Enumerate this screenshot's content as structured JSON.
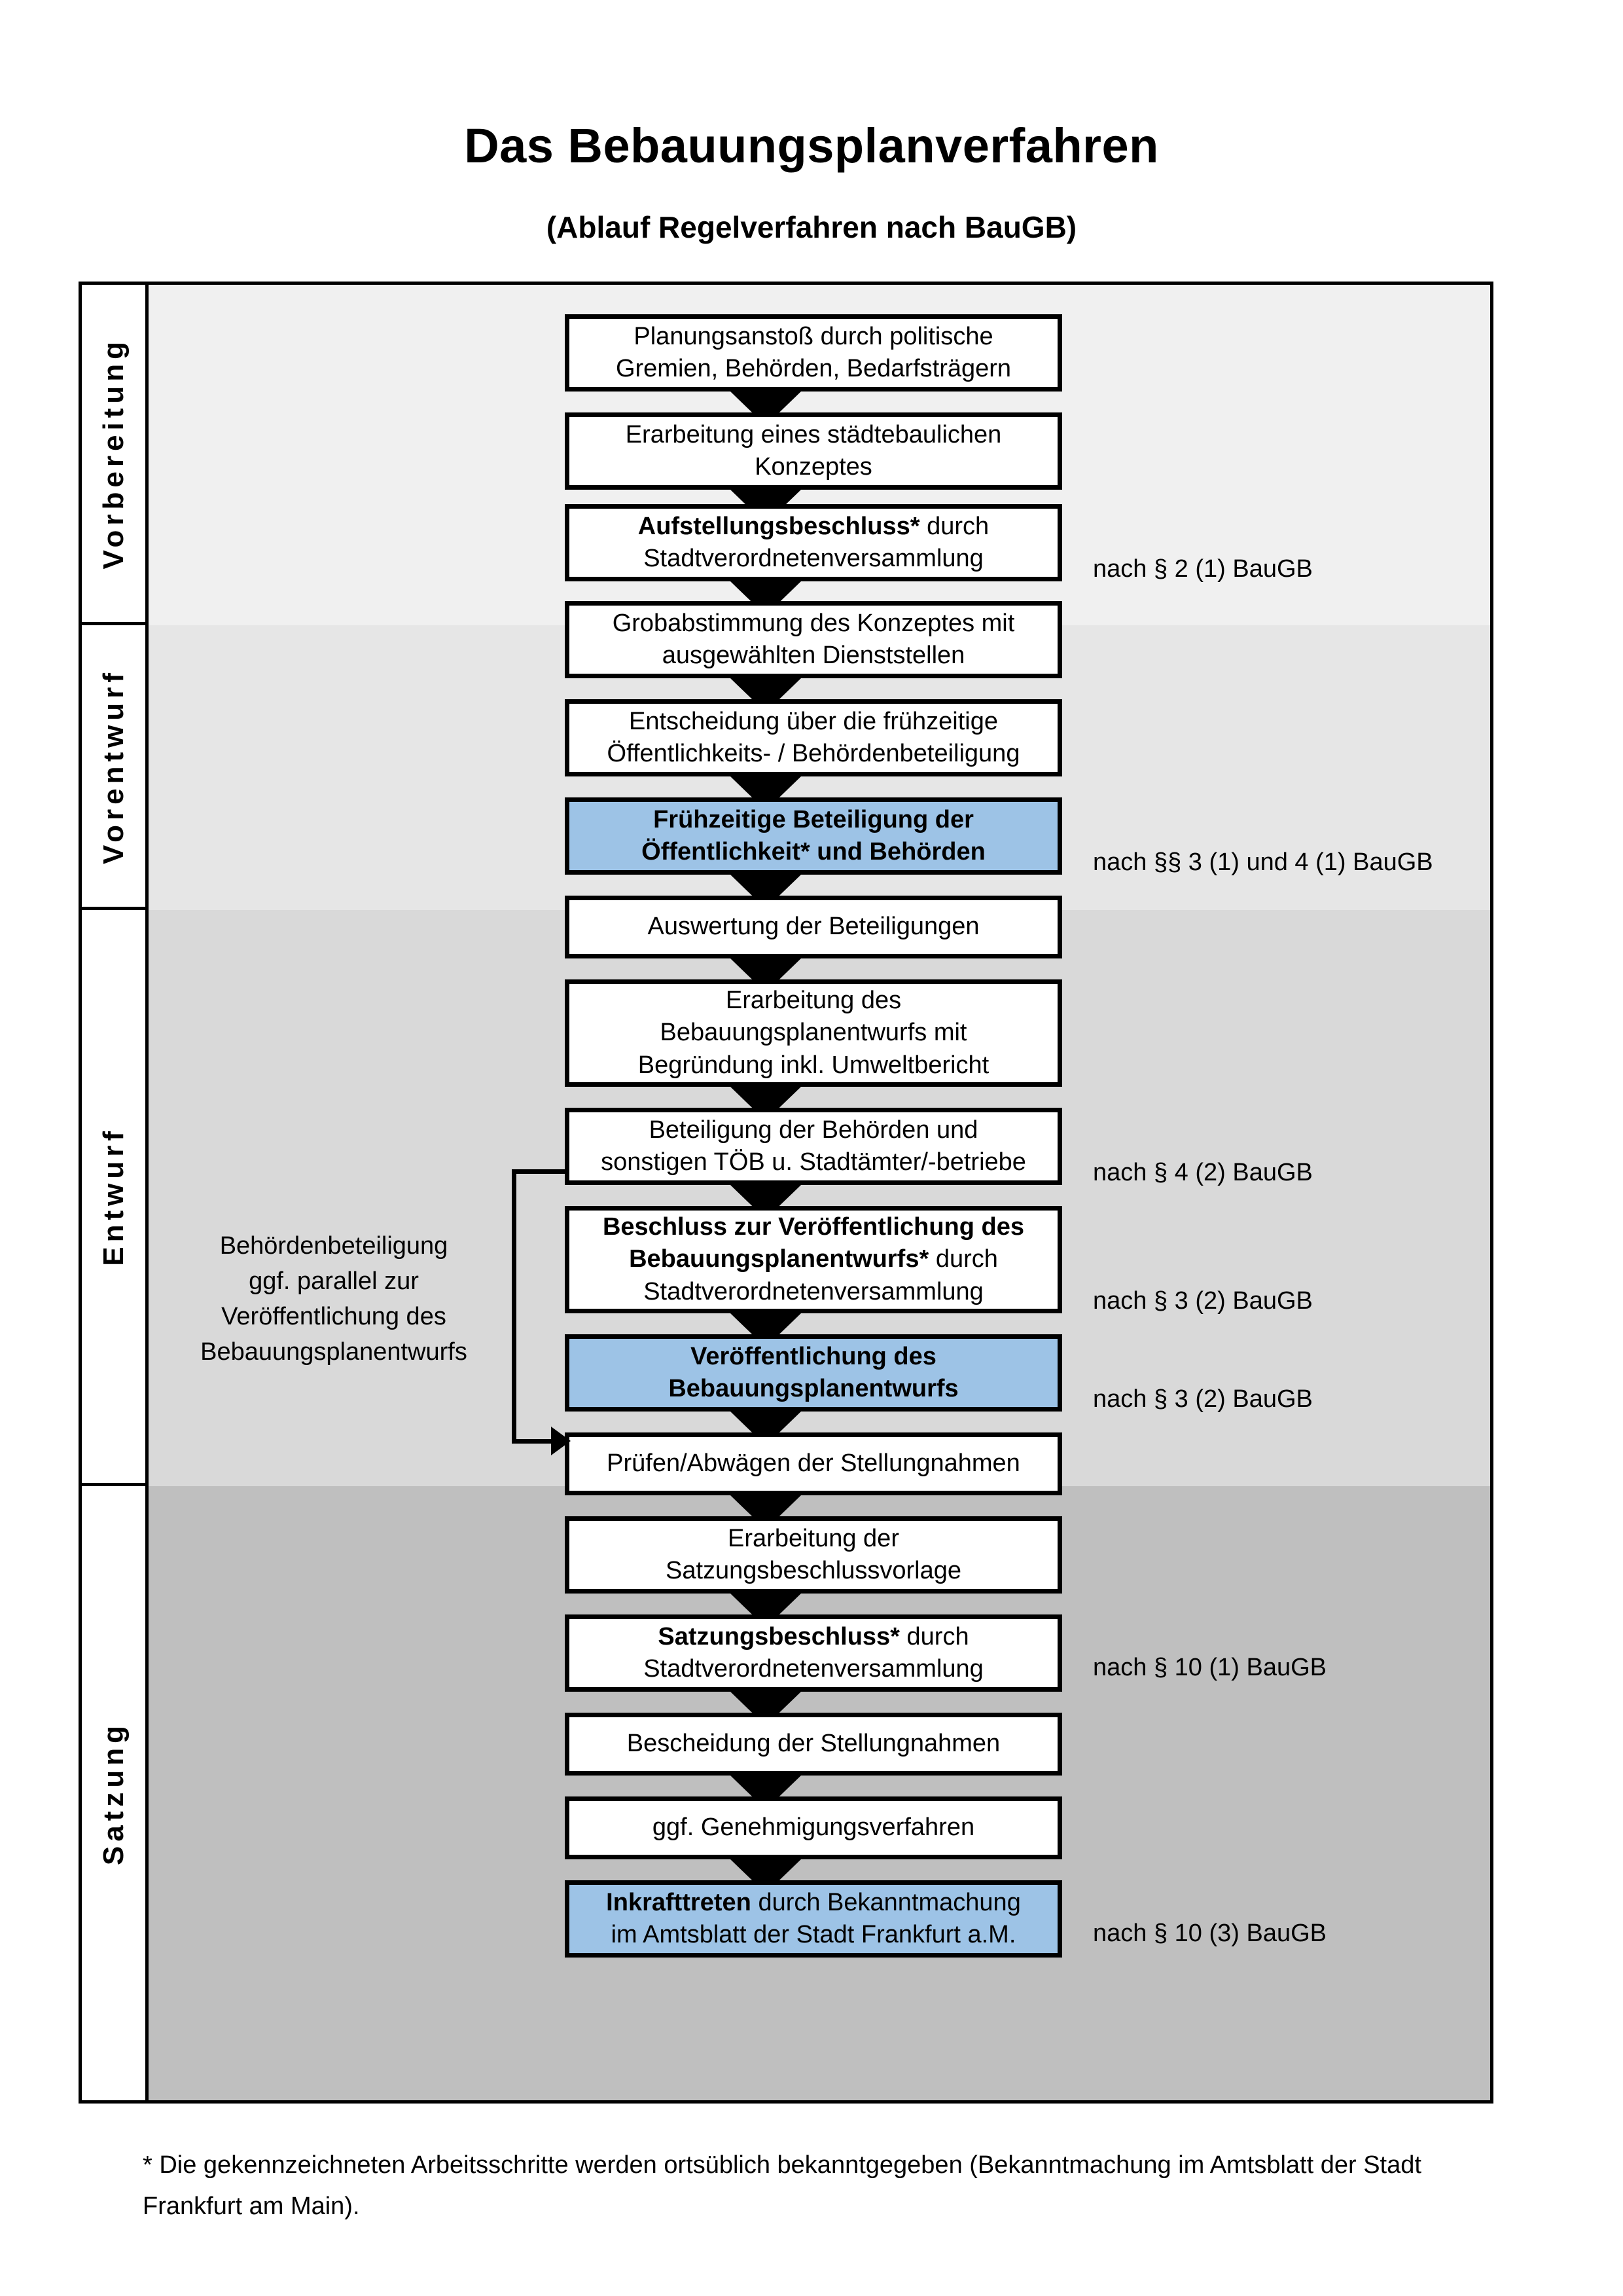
{
  "header": {
    "title": "Das Bebauungsplanverfahren",
    "subtitle": "(Ablauf Regelverfahren nach BauGB)"
  },
  "colors": {
    "highlight": "#9DC3E6",
    "band_vorbereitung": "#F0F0F0",
    "band_vorentwurf": "#E6E6E6",
    "band_entwurf": "#D9D9D9",
    "band_satzung": "#BFBFBF",
    "outline": "#000000"
  },
  "phases": [
    {
      "label": "Vorbereitung"
    },
    {
      "label": "Vorentwurf"
    },
    {
      "label": "Entwurf"
    },
    {
      "label": "Satzung"
    }
  ],
  "steps": [
    {
      "id": "planungsanstoss",
      "phase": "Vorbereitung",
      "highlight": false,
      "lines": [
        {
          "text": "Planungsanstoß durch politische",
          "bold": false
        },
        {
          "text": "Gremien, Behörden, Bedarfsträgern",
          "bold": false
        }
      ]
    },
    {
      "id": "erarbeitung-konzept",
      "phase": "Vorbereitung",
      "highlight": false,
      "lines": [
        {
          "text": "Erarbeitung eines städtebaulichen",
          "bold": false
        },
        {
          "text": "Konzeptes",
          "bold": false
        }
      ]
    },
    {
      "id": "aufstellungsbeschluss",
      "phase": "Vorbereitung",
      "highlight": false,
      "lines": [
        {
          "text": "Aufstellungsbeschluss*",
          "bold": true,
          "suffix": " durch"
        },
        {
          "text": "Stadtverordnetenversammlung",
          "bold": false
        }
      ]
    },
    {
      "id": "grobabstimmung",
      "phase": "Vorentwurf",
      "highlight": false,
      "lines": [
        {
          "text": "Grobabstimmung des Konzeptes mit",
          "bold": false
        },
        {
          "text": "ausgewählten Dienststellen",
          "bold": false
        }
      ]
    },
    {
      "id": "entscheidung-fruehzeitig",
      "phase": "Vorentwurf",
      "highlight": false,
      "lines": [
        {
          "text": "Entscheidung über die frühzeitige",
          "bold": false
        },
        {
          "text": "Öffentlichkeits- / Behördenbeteiligung",
          "bold": false
        }
      ]
    },
    {
      "id": "fruehzeitige-beteiligung",
      "phase": "Vorentwurf",
      "highlight": true,
      "lines": [
        {
          "text": "Frühzeitige Beteiligung der",
          "bold": true
        },
        {
          "text": "Öffentlichkeit* und Behörden",
          "bold": true
        }
      ]
    },
    {
      "id": "auswertung",
      "phase": "Entwurf",
      "highlight": false,
      "lines": [
        {
          "text": "Auswertung der Beteiligungen",
          "bold": false
        }
      ]
    },
    {
      "id": "erarbeitung-entwurf",
      "phase": "Entwurf",
      "highlight": false,
      "lines": [
        {
          "text": "Erarbeitung des",
          "bold": false
        },
        {
          "text": "Bebauungsplanentwurfs mit",
          "bold": false
        },
        {
          "text": "Begründung inkl. Umweltbericht",
          "bold": false
        }
      ]
    },
    {
      "id": "beteiligung-behoerden",
      "phase": "Entwurf",
      "highlight": false,
      "lines": [
        {
          "text": "Beteiligung der Behörden und",
          "bold": false
        },
        {
          "text": "sonstigen TÖB u. Stadtämter/-betriebe",
          "bold": false
        }
      ]
    },
    {
      "id": "beschluss-veroeffentlichung",
      "phase": "Entwurf",
      "highlight": false,
      "lines": [
        {
          "text": "Beschluss zur Veröffentlichung des",
          "bold": true
        },
        {
          "text": "Bebauungsplanentwurfs*",
          "bold": true,
          "suffix": " durch"
        },
        {
          "text": "Stadtverordnetenversammlung",
          "bold": false
        }
      ]
    },
    {
      "id": "veroeffentlichung-entwurf",
      "phase": "Entwurf",
      "highlight": true,
      "lines": [
        {
          "text": "Veröffentlichung des",
          "bold": true
        },
        {
          "text": "Bebauungsplanentwurfs",
          "bold": true
        }
      ]
    },
    {
      "id": "pruefen-abwaegen",
      "phase": "Satzung",
      "highlight": false,
      "lines": [
        {
          "text": "Prüfen/Abwägen der Stellungnahmen",
          "bold": false
        }
      ]
    },
    {
      "id": "erarbeitung-satzungsvorlage",
      "phase": "Satzung",
      "highlight": false,
      "lines": [
        {
          "text": "Erarbeitung der",
          "bold": false
        },
        {
          "text": "Satzungsbeschlussvorlage",
          "bold": false
        }
      ]
    },
    {
      "id": "satzungsbeschluss",
      "phase": "Satzung",
      "highlight": false,
      "lines": [
        {
          "text": "Satzungsbeschluss*",
          "bold": true,
          "suffix": " durch"
        },
        {
          "text": "Stadtverordnetenversammlung",
          "bold": false
        }
      ]
    },
    {
      "id": "bescheidung",
      "phase": "Satzung",
      "highlight": false,
      "lines": [
        {
          "text": "Bescheidung der Stellungnahmen",
          "bold": false
        }
      ]
    },
    {
      "id": "genehmigungsverfahren",
      "phase": "Satzung",
      "highlight": false,
      "lines": [
        {
          "text": "ggf. Genehmigungsverfahren",
          "bold": false
        }
      ]
    },
    {
      "id": "inkrafttreten",
      "phase": "Satzung",
      "highlight": true,
      "lines": [
        {
          "text": "Inkrafttreten",
          "bold": true,
          "suffix": " durch Bekanntmachung"
        },
        {
          "text": "im Amtsblatt der Stadt Frankfurt a.M.",
          "bold": false
        }
      ]
    }
  ],
  "legal_refs": [
    {
      "id": "ref-aufstellungsbeschluss",
      "text": "nach § 2 (1) BauGB"
    },
    {
      "id": "ref-fruehzeitige-beteiligung",
      "text": "nach §§ 3 (1) und 4 (1) BauGB"
    },
    {
      "id": "ref-behoerdenbeteiligung",
      "text": "nach § 4 (2) BauGB"
    },
    {
      "id": "ref-beschluss-veroeffentlichung",
      "text": "nach § 3 (2) BauGB"
    },
    {
      "id": "ref-veroeffentlichung",
      "text": "nach § 3 (2) BauGB"
    },
    {
      "id": "ref-satzungsbeschluss",
      "text": "nach § 10 (1) BauGB"
    },
    {
      "id": "ref-inkrafttreten",
      "text": "nach § 10 (3) BauGB"
    }
  ],
  "sidenote": {
    "lines": [
      "Behördenbeteiligung",
      "ggf. parallel zur",
      "Veröffentlichung des",
      "Bebauungsplanentwurfs"
    ]
  },
  "footnote": {
    "lines": [
      "* Die gekennzeichneten Arbeitsschritte werden ortsüblich bekanntgegeben (Bekanntmachung im Amtsblatt  der Stadt",
      "Frankfurt am Main)."
    ]
  }
}
